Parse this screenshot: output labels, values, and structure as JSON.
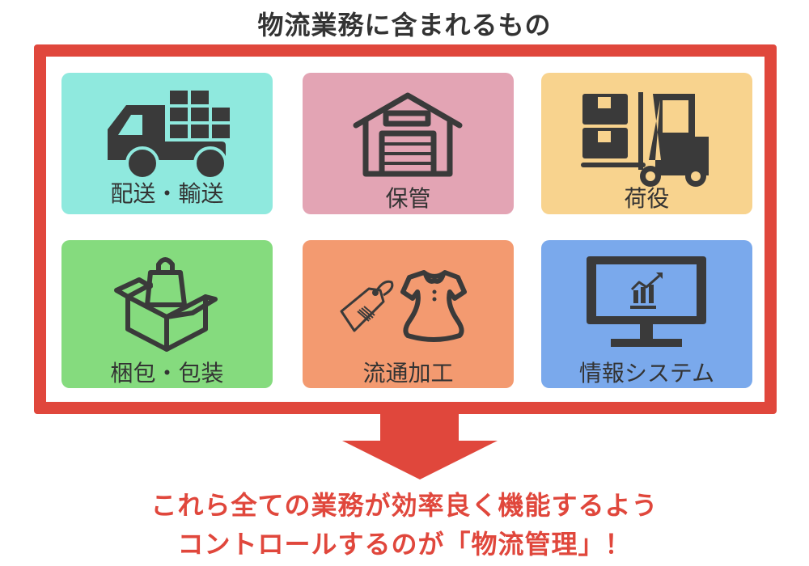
{
  "title": "物流業務に含まれるもの",
  "colors": {
    "frame": "#e0473c",
    "icon": "#3a3a3a",
    "text": "#333333"
  },
  "cards": [
    {
      "label": "配送・輸送",
      "icon": "truck-icon",
      "color": "#8fe9de"
    },
    {
      "label": "保管",
      "icon": "warehouse-icon",
      "color": "#e3a4b4"
    },
    {
      "label": "荷役",
      "icon": "forklift-icon",
      "color": "#f8d38e"
    },
    {
      "label": "梱包・包装",
      "icon": "package-icon",
      "color": "#85db7e"
    },
    {
      "label": "流通加工",
      "icon": "dress-tag-icon",
      "color": "#f39a70"
    },
    {
      "label": "情報システム",
      "icon": "monitor-chart-icon",
      "color": "#7aa9ec"
    }
  ],
  "conclusion": {
    "line1": "これら全ての業務が効率良く機能するよう",
    "line2": "コントロールするのが「物流管理」！"
  }
}
